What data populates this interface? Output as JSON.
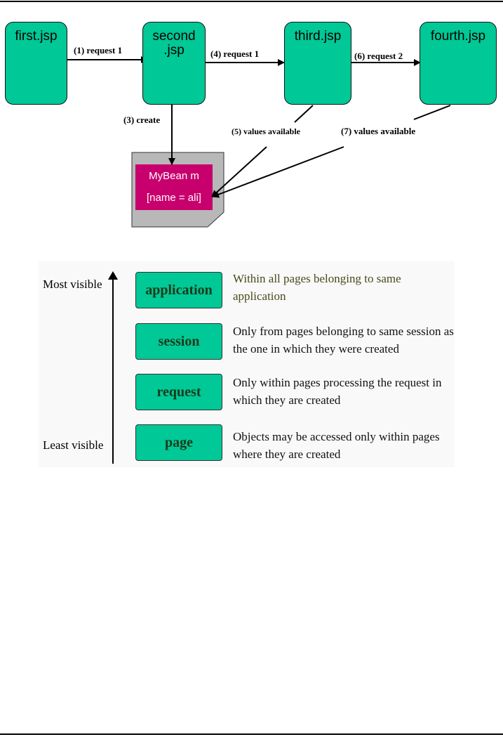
{
  "flow_diagram": {
    "nodes": {
      "first": "first.jsp",
      "second": "second\n.jsp",
      "third": "third.jsp",
      "fourth": "fourth.jsp"
    },
    "edges": {
      "e1": "(1) request 1",
      "e3": "(3) create",
      "e4": "(4) request 1",
      "e5": "(5) values available",
      "e6": "(6) request 2",
      "e7": "(7) values available"
    },
    "bean": {
      "name": "MyBean m",
      "state": "[name = ali]"
    },
    "colors": {
      "node_fill": "#00c896",
      "bean_fill": "#c8006e",
      "document_fill": "#b8b8b8"
    }
  },
  "scope_diagram": {
    "axis": {
      "top_label": "Most visible",
      "bottom_label": "Least visible"
    },
    "scopes": [
      {
        "name": "application",
        "description": "Within all pages belonging to same application"
      },
      {
        "name": "session",
        "description": "Only from pages belonging to same session as the one in which they were created"
      },
      {
        "name": "request",
        "description": "Only within pages processing the request in which they are created"
      },
      {
        "name": "page",
        "description": "Objects may be accessed only within pages where they are created"
      }
    ],
    "colors": {
      "box_fill": "#00c896"
    }
  }
}
